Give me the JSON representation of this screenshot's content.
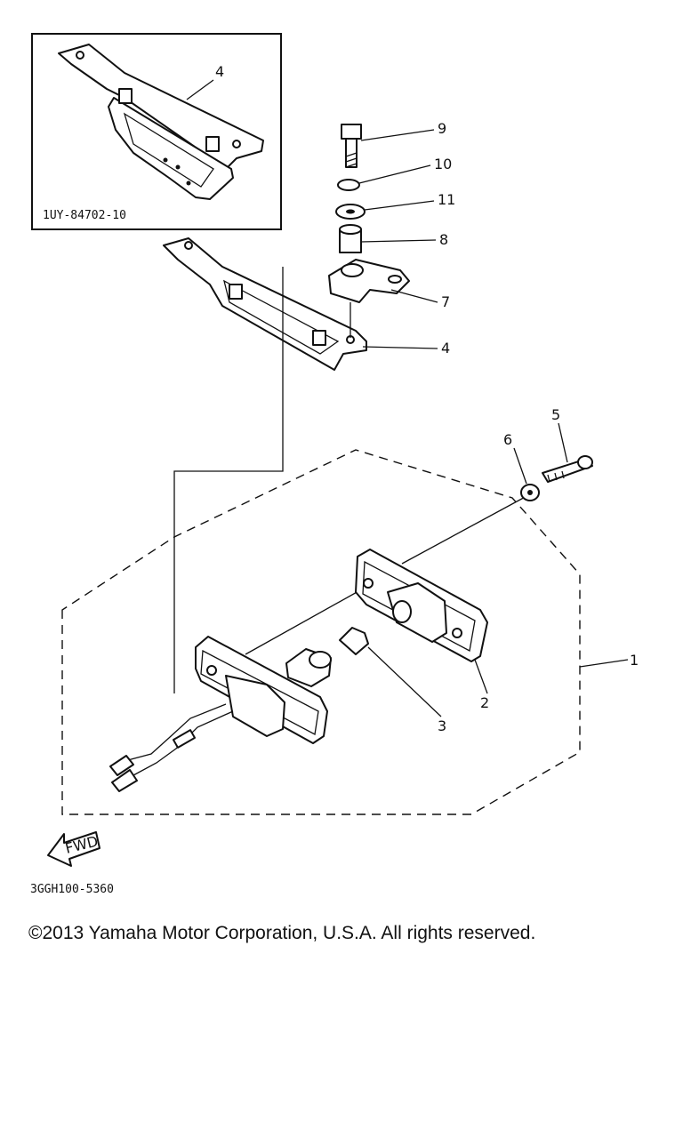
{
  "diagram": {
    "inset_part_code": "1UY-84702-10",
    "drawing_code": "3GGH100-5360",
    "fwd_label": "FWD",
    "callouts": {
      "c1": "1",
      "c2": "2",
      "c3": "3",
      "c4_inset": "4",
      "c4_main": "4",
      "c5": "5",
      "c6": "6",
      "c7": "7",
      "c8": "8",
      "c9": "9",
      "c10": "10",
      "c11": "11"
    }
  },
  "footer": {
    "copyright": "©2013 Yamaha Motor Corporation, U.S.A. All rights reserved."
  }
}
